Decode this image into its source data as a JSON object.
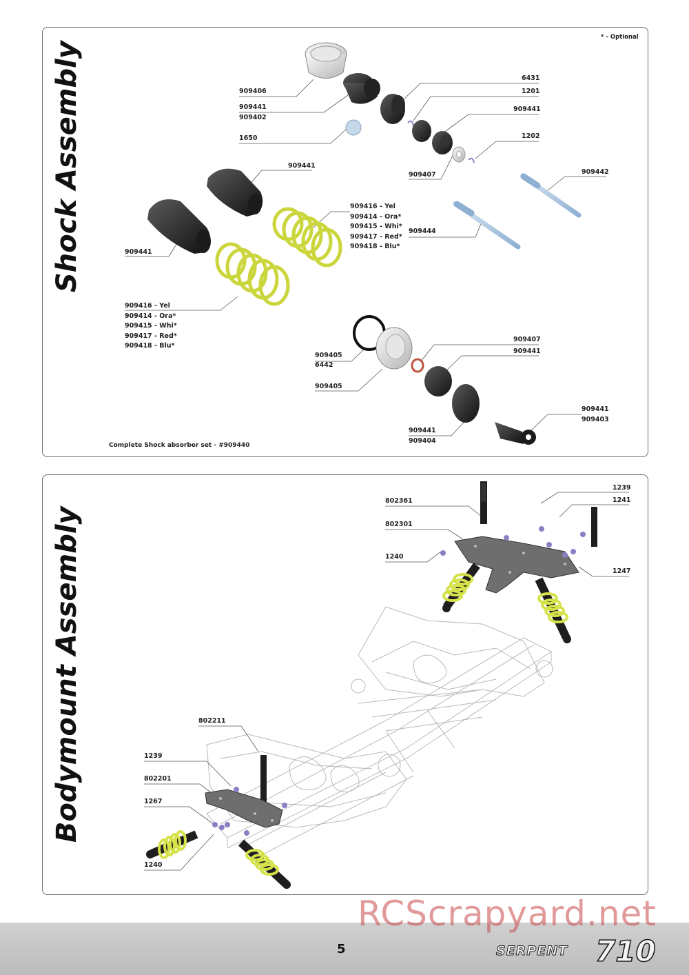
{
  "shock_section": {
    "title": "Shock Assembly",
    "optional_note": "* - Optional",
    "complete_set": "Complete Shock absorber set - #909440",
    "labels": {
      "l909406": "909406",
      "l909441a": "909441",
      "l909402": "909402",
      "l1650": "1650",
      "l6431": "6431",
      "l1201": "1201",
      "l909441b": "909441",
      "l1202": "1202",
      "l909407a": "909407",
      "l909442": "909442",
      "l909441c": "909441",
      "l909441d": "909441",
      "l909444": "909444",
      "spring_r1": "909416 - Yel",
      "spring_r2": "909414 - Ora*",
      "spring_r3": "909415 - Whi*",
      "spring_r4": "909417 - Red*",
      "spring_r5": "909418 - Blu*",
      "spring_l1": "909416 - Yel",
      "spring_l2": "909414 - Ora*",
      "spring_l3": "909415 - Whi*",
      "spring_l4": "909417 - Red*",
      "spring_l5": "909418 - Blu*",
      "l909405a": "909405",
      "l6442": "6442",
      "l909405b": "909405",
      "l909407b": "909407",
      "l909441e": "909441",
      "l909441f": "909441",
      "l909403": "909403",
      "l909441g": "909441",
      "l909404": "909404"
    }
  },
  "bodymount_section": {
    "title": "Bodymount  Assembly",
    "labels": {
      "l802361": "802361",
      "l802301": "802301",
      "l1240a": "1240",
      "l1239a": "1239",
      "l1241": "1241",
      "l1247": "1247",
      "l802211": "802211",
      "l1239b": "1239",
      "l802201": "802201",
      "l1267": "1267",
      "l1240b": "1240"
    }
  },
  "footer": {
    "page_number": "5",
    "brand": "SERPENT",
    "model": "710"
  },
  "watermark": "RCScrapyard.net",
  "colors": {
    "spring": "#d6e24a",
    "spring_dark": "#9aa81e",
    "rod": "#a9c7e3",
    "oring": "#c0543e",
    "screw": "#8a7fc4"
  }
}
